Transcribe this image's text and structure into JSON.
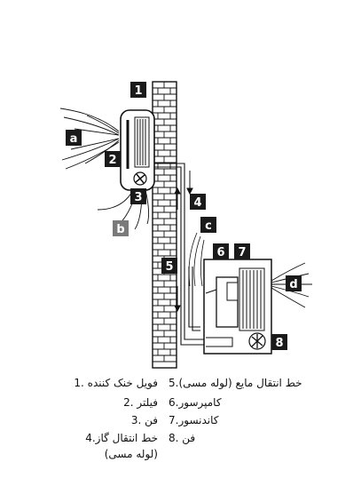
{
  "markers": {
    "m1": "1",
    "m2": "2",
    "m3": "3",
    "m4": "4",
    "m5": "5",
    "m6": "6",
    "m7": "7",
    "m8": "8",
    "ma": "a",
    "mb": "b",
    "mc": "c",
    "md": "d"
  },
  "legend": {
    "left": [
      "فویل خنک کننده .1",
      "فیلتر .2",
      "فن .3",
      "خط انتقال گاز.4",
      "(لوله مسی)"
    ],
    "right": [
      "5.خط انتقال مایع (لوله مسی)",
      "6.کامپرسور",
      "7.کاندنسور",
      "8. فن"
    ]
  },
  "colors": {
    "line": "#111111",
    "marker_bg": "#1a1a1a",
    "marker_b_bg": "#7a7a7a",
    "marker_text": "#ffffff",
    "wall_fill": "#ffffff"
  }
}
